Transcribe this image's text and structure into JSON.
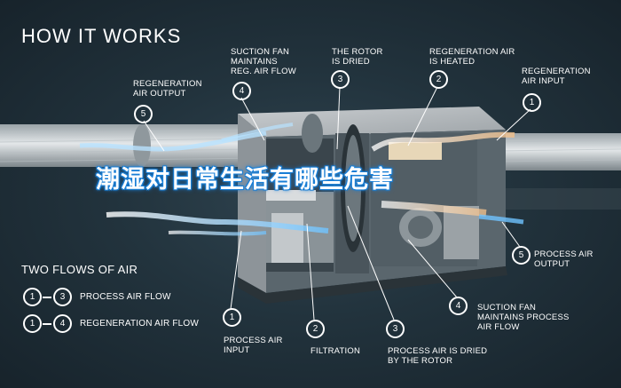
{
  "title": "HOW IT WORKS",
  "overlay_heading": "潮湿对日常生活有哪些危害",
  "top_labels": [
    {
      "num": "5",
      "text": "REGENERATION\nAIR OUTPUT"
    },
    {
      "num": "4",
      "text": "SUCTION FAN\nMAINTAINS\nREG. AIR FLOW"
    },
    {
      "num": "3",
      "text": "THE ROTOR\nIS DRIED"
    },
    {
      "num": "2",
      "text": "REGENERATION AIR\nIS HEATED"
    },
    {
      "num": "1",
      "text": "REGENERATION\nAIR INPUT"
    }
  ],
  "right_label": {
    "num": "5",
    "text": "PROCESS AIR\nOUTPUT"
  },
  "bottom_labels": [
    {
      "num": "1",
      "text": "PROCESS AIR\nINPUT"
    },
    {
      "num": "2",
      "text": "FILTRATION"
    },
    {
      "num": "3",
      "text": "PROCESS AIR IS DRIED\nBY THE ROTOR"
    },
    {
      "num": "4",
      "text": "SUCTION FAN\nMAINTAINS PROCESS\nAIR FLOW"
    }
  ],
  "flows": {
    "title": "TWO FLOWS OF AIR",
    "rows": [
      {
        "from": "1",
        "to": "3",
        "label": "PROCESS AIR FLOW"
      },
      {
        "from": "1",
        "to": "4",
        "label": "REGENERATION AIR FLOW"
      }
    ]
  },
  "colors": {
    "background": "#22333d",
    "process_air": "#6fc3ff",
    "regeneration_air": "#f2c08a",
    "heading_glow": "#1a7fd6"
  }
}
